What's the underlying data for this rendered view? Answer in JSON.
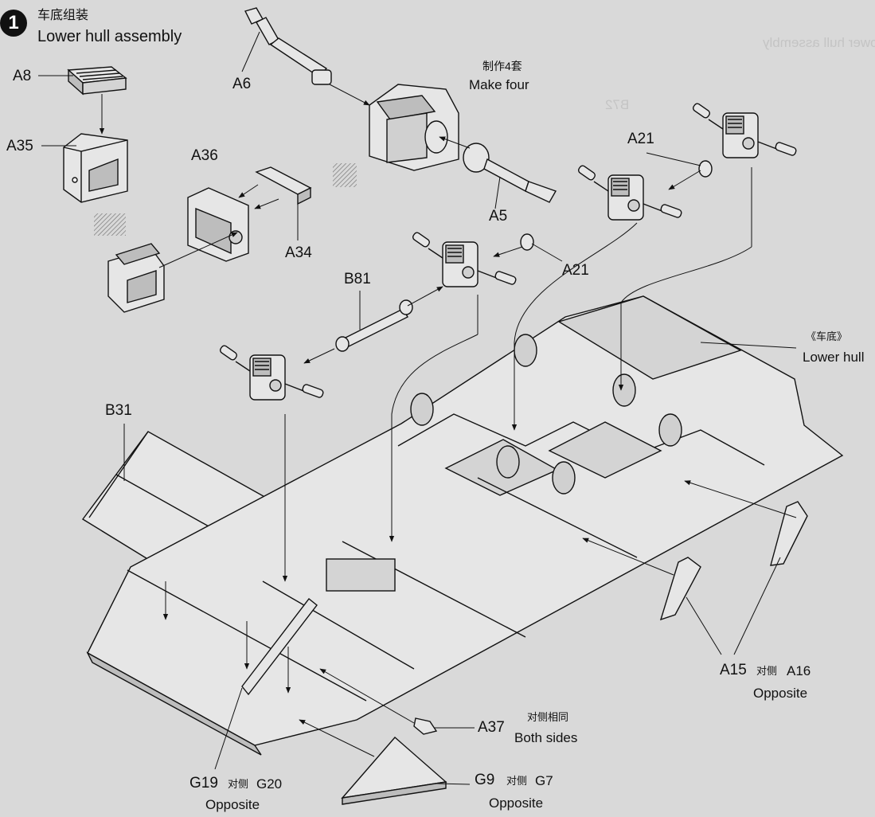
{
  "step": {
    "number": "1",
    "title_cn": "车底组装",
    "title_en": "Lower hull assembly"
  },
  "notes": {
    "make_four_cn": "制作4套",
    "make_four_en": "Make four",
    "lower_hull_cn": "《车底》",
    "lower_hull_en": "Lower hull"
  },
  "parts": {
    "A8": "A8",
    "A35": "A35",
    "A36": "A36",
    "A34": "A34",
    "A6": "A6",
    "A5": "A5",
    "A21_top": "A21",
    "A21_mid": "A21",
    "B81": "B81",
    "B31": "B31",
    "A15": "A15",
    "A16": "A16",
    "A37": "A37",
    "G19": "G19",
    "G20": "G20",
    "G9": "G9",
    "G7": "G7"
  },
  "callouts": {
    "opposite_cn": "对侧",
    "opposite_en": "Opposite",
    "both_sides_cn": "对侧相同",
    "both_sides_en": "Both sides"
  },
  "ghost": {
    "title": "Lower hull assembly",
    "part": "B72"
  },
  "colors": {
    "paper": "#d9d9d9",
    "ink": "#111111",
    "part_fill": "#e6e6e6",
    "part_shade": "#bdbdbd"
  }
}
